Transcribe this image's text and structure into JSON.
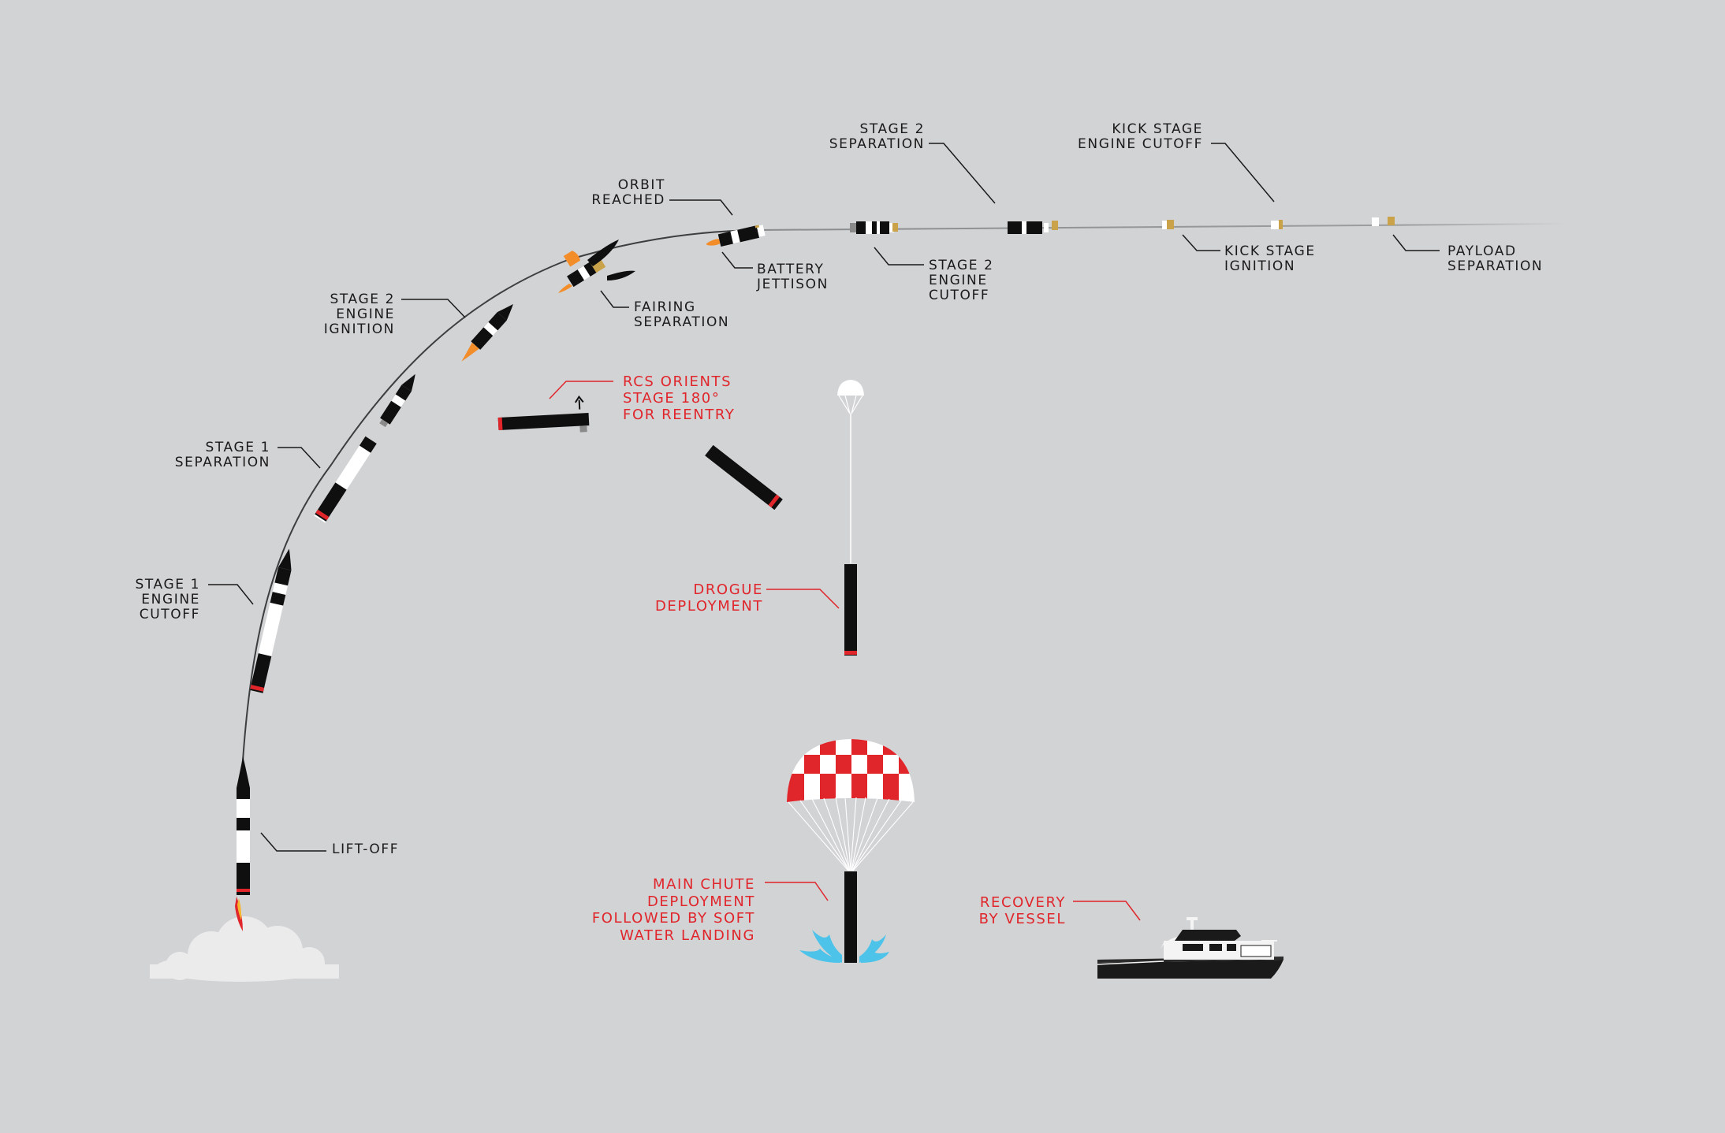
{
  "colors": {
    "background": "#d2d3d5",
    "label_dark": "#1a1a1a",
    "label_red": "#e0252b",
    "rocket_black": "#0f0f0f",
    "rocket_white": "#ffffff",
    "accent_red": "#e0252b",
    "payload_gold": "#c9a24a",
    "splash_blue": "#4ec3ea",
    "cloud": "#ebebec"
  },
  "labels": {
    "lift_off": "LIFT-OFF",
    "stage1_cutoff": "STAGE 1\nENGINE\nCUTOFF",
    "stage1_separation": "STAGE 1\nSEPARATION",
    "stage2_ignition": "STAGE 2\nENGINE\nIGNITION",
    "fairing_separation": "FAIRING\nSEPARATION",
    "orbit_reached": "ORBIT\nREACHED",
    "battery_jettison": "BATTERY\nJETTISON",
    "stage2_cutoff": "STAGE 2\nENGINE\nCUTOFF",
    "stage2_separation": "STAGE 2\nSEPARATION",
    "kick_ignition": "KICK STAGE\nIGNITION",
    "kick_cutoff": "KICK STAGE\nENGINE CUTOFF",
    "payload_separation": "PAYLOAD\nSEPARATION",
    "rcs_orients": "RCS ORIENTS\nSTAGE 180°\nFOR REENTRY",
    "drogue_deployment": "DROGUE\nDEPLOYMENT",
    "main_chute": "MAIN CHUTE\nDEPLOYMENT\nFOLLOWED BY SOFT\nWATER LANDING",
    "recovery_vessel": "RECOVERY\nBY VESSEL"
  },
  "icons": [
    "rocket-liftoff-icon",
    "launch-cloud-icon",
    "rocket-stage1-icon",
    "stage1-separation-icon",
    "stage2-ignition-icon",
    "fairing-halves-icon",
    "stage2-orbit-icon",
    "kick-stage-icon",
    "payload-icon",
    "drogue-parachute-icon",
    "main-parachute-icon",
    "splash-icon",
    "recovery-boat-icon"
  ]
}
